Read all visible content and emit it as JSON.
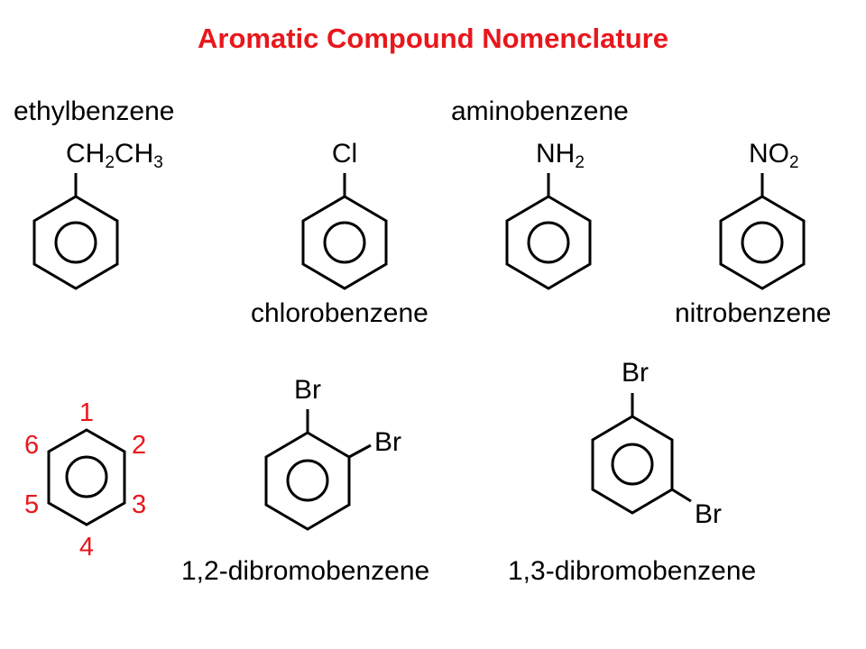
{
  "title": "Aromatic Compound Nomenclature",
  "colors": {
    "title": "#e8171c",
    "numbering": "#e8171c",
    "structure": "#000000"
  },
  "compounds": [
    {
      "name": "ethylbenzene",
      "substituent": {
        "parts": [
          "CH",
          "2",
          "CH",
          "3"
        ]
      }
    },
    {
      "name": "chlorobenzene",
      "substituent": {
        "parts": [
          "Cl"
        ]
      }
    },
    {
      "name": "aminobenzene",
      "substituent": {
        "parts": [
          "NH",
          "2"
        ]
      }
    },
    {
      "name": "nitrobenzene",
      "substituent": {
        "parts": [
          "NO",
          "2"
        ]
      }
    },
    {
      "name": "1,2-dibromobenzene",
      "substituents": [
        "Br",
        "Br"
      ]
    },
    {
      "name": "1,3-dibromobenzene",
      "substituents": [
        "Br",
        "Br"
      ]
    }
  ],
  "numbering": [
    "1",
    "2",
    "3",
    "4",
    "5",
    "6"
  ]
}
